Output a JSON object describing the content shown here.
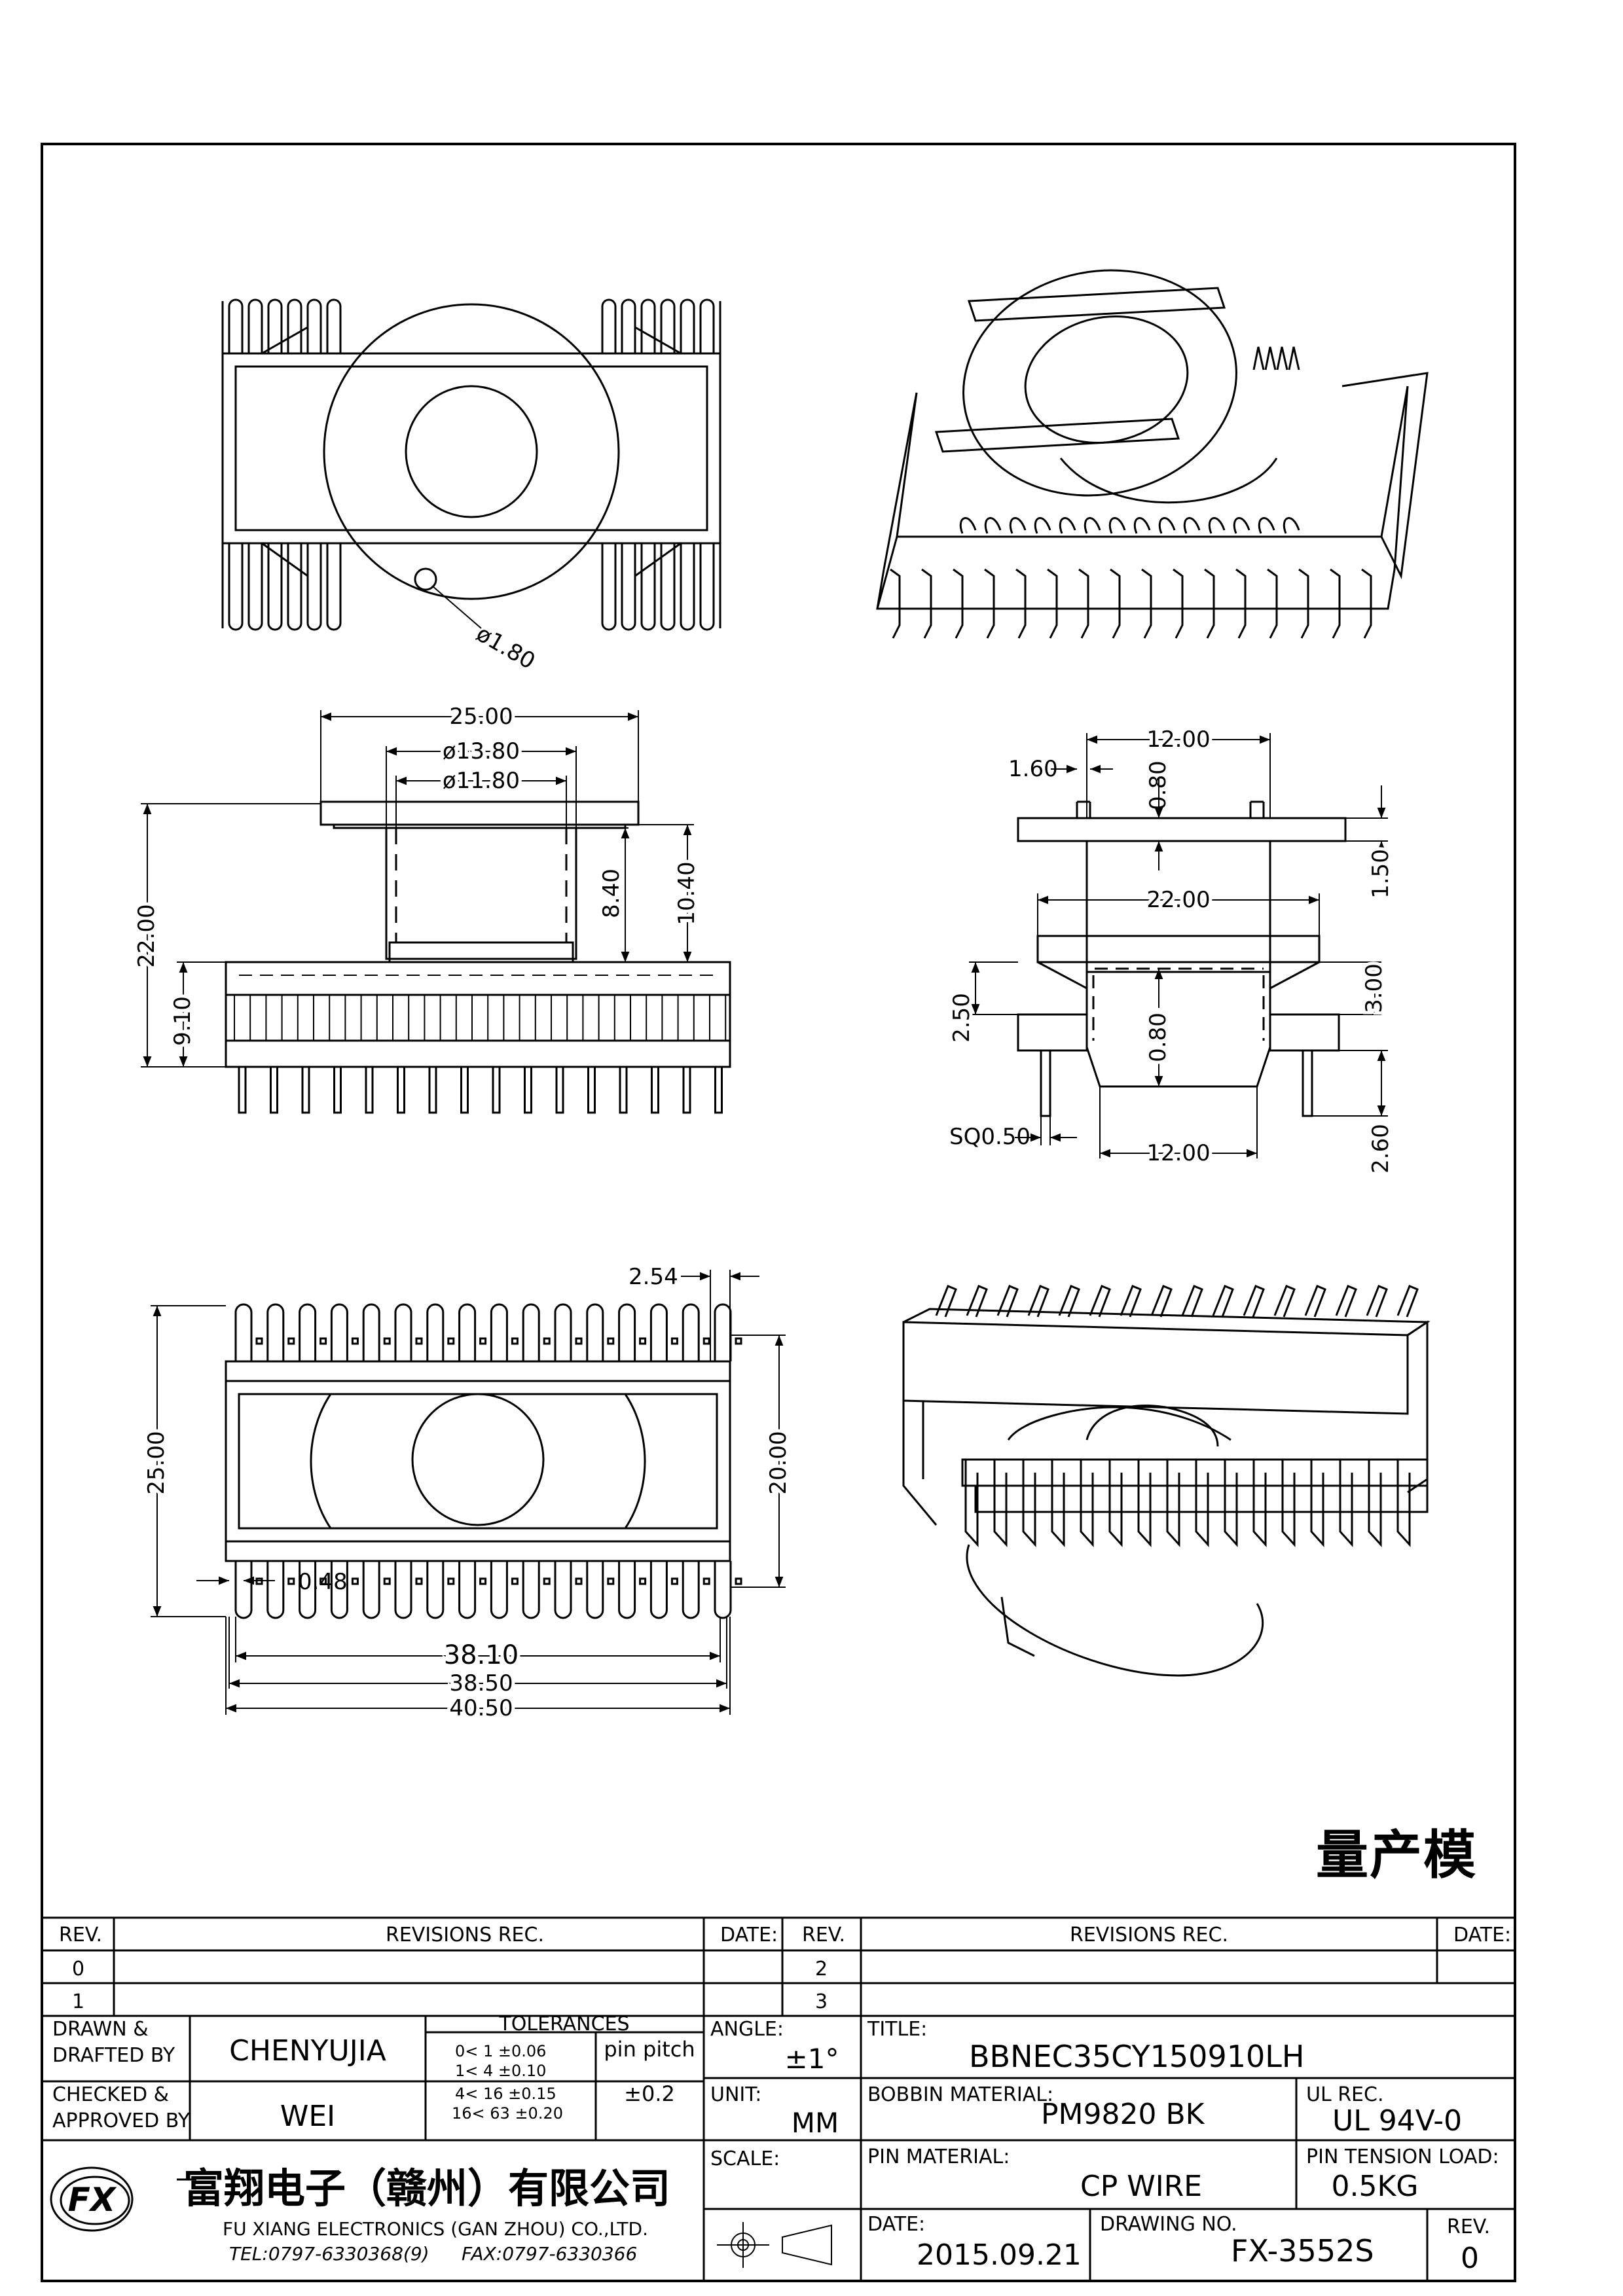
{
  "stamp": "量产模",
  "dims": {
    "phi180": "ø1.80",
    "d2500a": "25.00",
    "d1380": "ø13.80",
    "d1180": "ø11.80",
    "d2200": "22.00",
    "d910": "9.10",
    "d840": "8.40",
    "d1040": "10.40",
    "s1200a": "12.00",
    "s160": "1.60",
    "s080a": "0.80",
    "s150": "1.50",
    "s2200": "22.00",
    "s300": "3.00",
    "s250": "2.50",
    "s080b": "0.80",
    "sq050": "SQ0.50",
    "s1200b": "12.00",
    "s260": "2.60",
    "b254": "2.54",
    "b2500": "25.00",
    "b2000": "20.00",
    "b048": "0.48",
    "b3810": "38.10",
    "b3850": "38.50",
    "b4050": "40.50"
  },
  "table": {
    "rev_h": "REV.",
    "revisions_h": "REVISIONS   REC.",
    "date_h": "DATE:",
    "rev_h2": "REV.",
    "revisions_h2": "REVISIONS   REC.",
    "date_h2": "DATE:",
    "rev0": "0",
    "rev1": "1",
    "rev2": "2",
    "rev3": "3",
    "drawn_1": "DRAWN &",
    "drawn_2": "DRAFTED BY",
    "drawn_by": "CHENYUJIA",
    "checked_1": "CHECKED &",
    "checked_2": "APPROVED BY",
    "checked_by": "WEI",
    "tolerances": "TOLERANCES",
    "tol1": "0<   1   ±0.06",
    "tol2": "1<   4   ±0.10",
    "tol3": "4<   16  ±0.15",
    "tol4": "16<  63  ±0.20",
    "pin_pitch_lbl": "pin pitch",
    "pin_pitch_val": "±0.2",
    "angle_lbl": "ANGLE:",
    "angle_val": "±1°",
    "unit_lbl": "UNIT:",
    "unit_val": "MM",
    "scale_lbl": "SCALE:",
    "title_lbl": "TITLE:",
    "title_val": "BBNEC35CY150910LH",
    "bobbin_lbl": "BOBBIN MATERIAL:",
    "bobbin_val": "PM9820 BK",
    "ul_lbl": "UL REC.",
    "ul_val": "UL 94V-0",
    "pin_mat_lbl": "PIN MATERIAL:",
    "pin_mat_val": "CP WIRE",
    "tension_lbl": "PIN TENSION LOAD:",
    "tension_val": "0.5KG",
    "date_lbl": "DATE:",
    "date_val": "2015.09.21",
    "drawing_lbl": "DRAWING NO.",
    "drawing_val": "FX-3552S",
    "rev_lbl": "REV.",
    "rev_val": "0",
    "company_cn": "富翔电子（赣州）有限公司",
    "company_en": "FU XIANG ELECTRONICS (GAN ZHOU) CO.,LTD.",
    "tel": "TEL:0797-6330368(9)",
    "fax": "FAX:0797-6330366",
    "logo": "FX"
  }
}
